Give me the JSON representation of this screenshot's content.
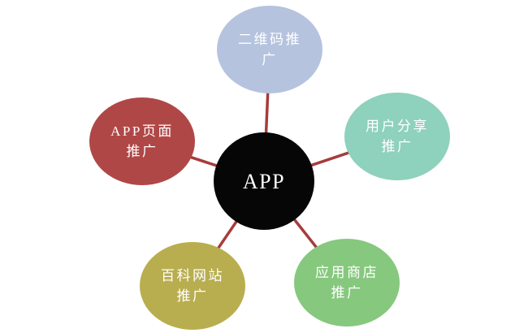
{
  "diagram": {
    "background_color": "#ffffff",
    "connector_color": "#a63c3c",
    "text_color": "#ffffff",
    "center": {
      "label": "APP",
      "color": "#060606"
    },
    "nodes": [
      {
        "name": "qr-code-promotion",
        "line1": "二维码推",
        "line2": "广",
        "color": "#b5c3de"
      },
      {
        "name": "user-share-promotion",
        "line1": "用户分享",
        "line2": "推广",
        "color": "#8ed1bd"
      },
      {
        "name": "app-store-promotion",
        "line1": "应用商店",
        "line2": "推广",
        "color": "#86c87e"
      },
      {
        "name": "wiki-site-promotion",
        "line1": "百科网站",
        "line2": "推广",
        "color": "#b9ae4f"
      },
      {
        "name": "app-page-promotion",
        "line1": "APP页面",
        "line2": "推广",
        "color": "#b04747"
      }
    ]
  }
}
